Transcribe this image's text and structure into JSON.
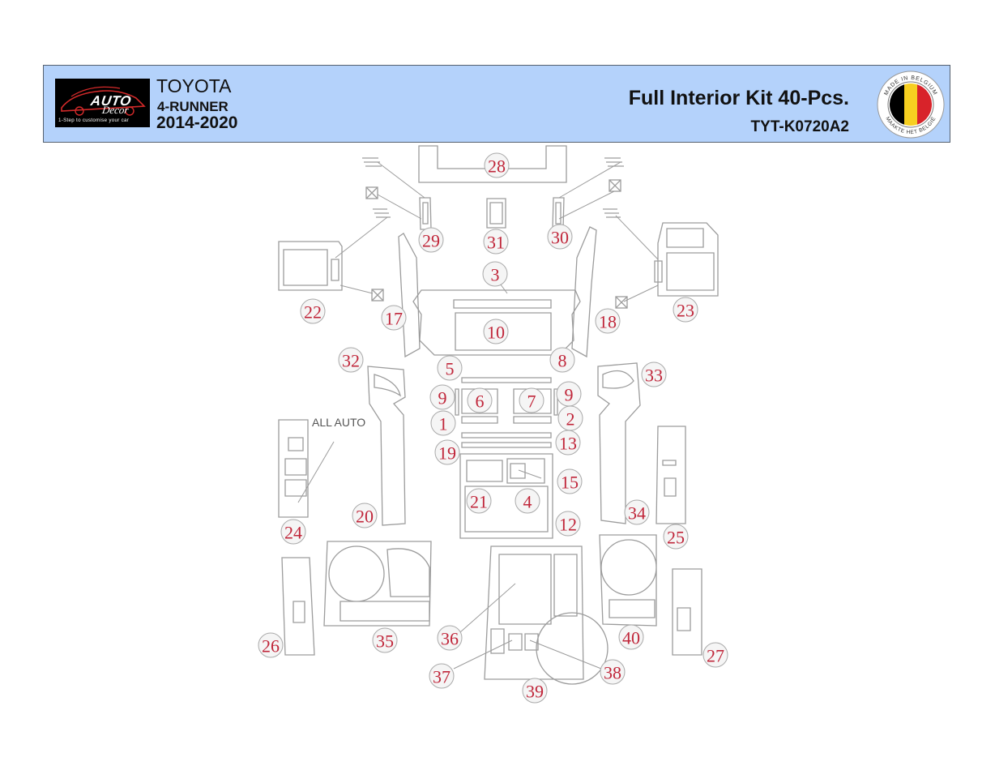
{
  "header": {
    "logo": {
      "word_main": "AUTO",
      "word_script": "Decor",
      "tagline": "1-Step to customise your car"
    },
    "brand": "TOYOTA",
    "model": "4-RUNNER",
    "years": "2014-2020",
    "title": "Full Interior Kit 40-Pcs.",
    "code": "TYT-K0720A2",
    "seal": {
      "text_top": "MADE IN BELGIUM",
      "text_bottom": "MAAKTE HET BELGIË"
    }
  },
  "diagram": {
    "note": "ALL AUTO",
    "callouts": [
      "28",
      "29",
      "31",
      "30",
      "22",
      "3",
      "23",
      "17",
      "18",
      "10",
      "32",
      "5",
      "8",
      "33",
      "9",
      "6",
      "7",
      "9",
      "1",
      "2",
      "13",
      "19",
      "15",
      "21",
      "4",
      "12",
      "20",
      "34",
      "24",
      "25",
      "36",
      "40",
      "26",
      "35",
      "27",
      "37",
      "38",
      "39"
    ]
  },
  "colors": {
    "banner": "#b4d2fb",
    "callout_text": "#c0263a",
    "outline": "#9c9c9c",
    "flag_black": "#000000",
    "flag_yellow": "#f7cf20",
    "flag_red": "#d8232a"
  }
}
